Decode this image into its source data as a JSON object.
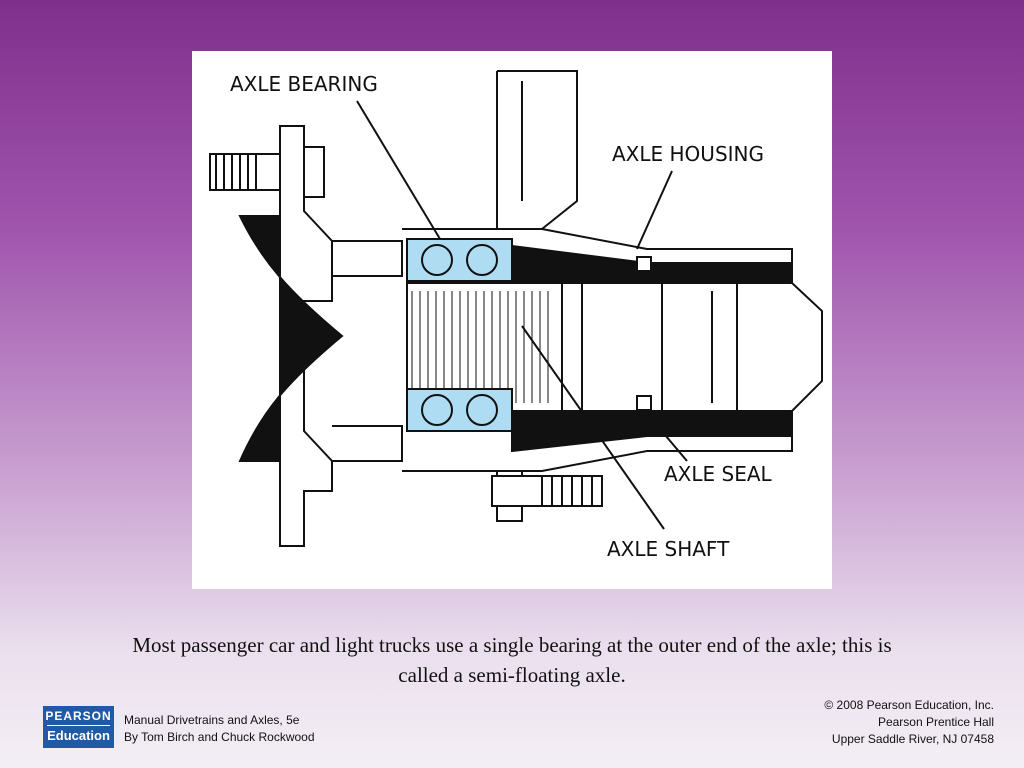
{
  "diagram": {
    "labels": {
      "axle_bearing": "AXLE BEARING",
      "axle_housing": "AXLE HOUSING",
      "axle_seal": "AXLE SEAL",
      "axle_shaft": "AXLE SHAFT"
    },
    "colors": {
      "bearing_highlight": "#aedcf2",
      "ink": "#111111"
    }
  },
  "caption": {
    "line1": "Most passenger car and light trucks use a single bearing at the outer end of the axle; this is",
    "line2": "called a semi-floating axle."
  },
  "footer": {
    "logo": {
      "top": "PEARSON",
      "bottom": "Education"
    },
    "book_title": "Manual Drivetrains and Axles, 5e",
    "authors": "By Tom Birch and Chuck Rockwood",
    "copyright": "© 2008 Pearson Education, Inc.",
    "imprint": "Pearson Prentice Hall",
    "location": "Upper Saddle River, NJ 07458"
  },
  "theme": {
    "background_top": "#7f2f8c",
    "background_bottom": "#f3eef4",
    "logo_blue": "#1f5aa6"
  }
}
